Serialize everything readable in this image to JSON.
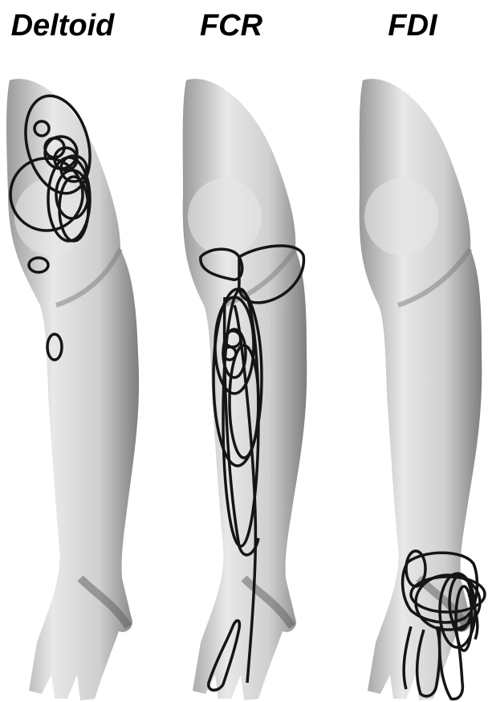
{
  "panels": [
    {
      "title": "Deltoid"
    },
    {
      "title": "FCR"
    },
    {
      "title": "FDI"
    }
  ],
  "colors": {
    "background": "#ffffff",
    "skin_light": "#f2f2f2",
    "skin_mid": "#c8c8c8",
    "skin_dark": "#8a8a8a",
    "outline": "#151515"
  },
  "icons": {
    "figure": "arm-3d-render",
    "marks": "motor-hotspot-outline"
  }
}
